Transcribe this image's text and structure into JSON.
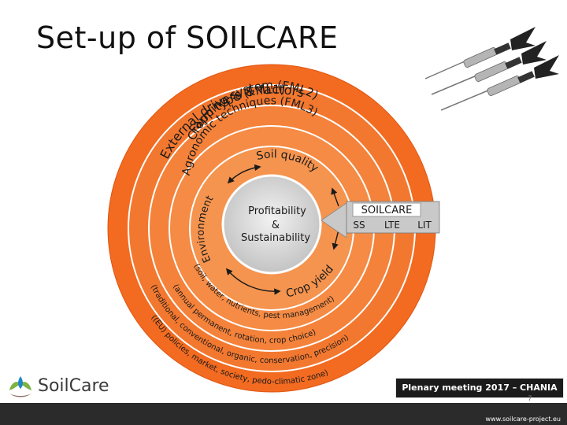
{
  "slide": {
    "title": "Set-up of SOILCARE",
    "meeting_label": "Plenary meeting 2017 – CHANIA",
    "page_number": "7",
    "footer_url": "www.soilcare-project.eu"
  },
  "logo": {
    "text": "SoilCare",
    "icon": "soilcare-leaf-logo-icon"
  },
  "diagram": {
    "rings": {
      "external": "External drivers & factors",
      "farm_type": "Farm type (FML1)",
      "cropping_system": "Cropping system (FML2)",
      "agronomic": "Agronomic techniques (FML3)",
      "environment": "Environment",
      "soil_quality": "Soil quality",
      "crop_yield": "Crop yield",
      "soil_water": "(soil, water, nutrients, pest management)",
      "annual_permanent": "(annual permanent, rotation, crop choice)",
      "traditional": "(traditional, conventional, organic, conservation, precision)",
      "eu_policies": "((EU) policies, market, society, pedo-climatic zone)"
    },
    "center": {
      "line1": "Profitability",
      "line2": "&",
      "line3": "Sustainability"
    },
    "soilcare_box": {
      "title": "SOILCARE",
      "items": [
        "SS",
        "LTE",
        "LIT"
      ]
    }
  },
  "colors": {
    "outer_ring": "#f26b21",
    "inner_ring": "#f58a3f",
    "center": "#d9d9d9",
    "footer": "#2b2b2b"
  }
}
